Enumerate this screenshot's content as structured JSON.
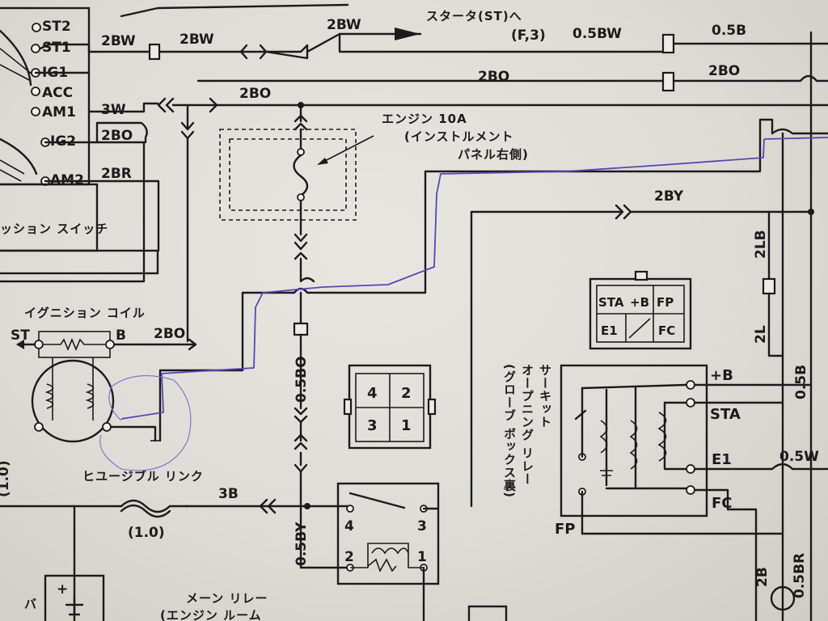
{
  "ignition_switch": {
    "terminals": [
      "ST2",
      "ST1",
      "IG1",
      "ACC",
      "AM1",
      "IG2",
      "AM2"
    ],
    "caption": "ッション スイッチ"
  },
  "wires": {
    "w_2bw_1": "2BW",
    "w_2bw_2": "2BW",
    "w_2bw_3": "2BW",
    "w_3w": "3W",
    "w_2bo_1": "2BO",
    "w_2bo_2": "2BO",
    "w_2bo_3": "2BO",
    "w_2br": "2BR",
    "w_2bo_main": "2BO",
    "w_2bo_right": "2BO",
    "w_05bw": "0.5BW",
    "w_05b_top": "0.5B",
    "w_2by": "2BY",
    "w_2lb": "2LB",
    "w_2l": "2L",
    "w_05b_right": "0.5B",
    "w_05w": "0.5W",
    "w_05bo": "0.5BO",
    "w_05by": "0.5BY",
    "w_3b": "3B",
    "w_2b": "2B",
    "w_05br": "0.5BR"
  },
  "starter_note": {
    "line1": "スタータ(ST)へ",
    "line2": "(F,3)"
  },
  "fuse_note": {
    "line1": "エンジン 10A",
    "line2": "(インストルメント",
    "line3": "パネル右側)"
  },
  "ignition_coil": {
    "label": "イグニション コイル",
    "st": "ST",
    "b": "B"
  },
  "fusible_link": {
    "label": "ヒユージブル リンク",
    "rating": "(1.0)",
    "left_rating": "(1.0)"
  },
  "connector_4pin": [
    "4",
    "2",
    "3",
    "1"
  ],
  "main_relay": {
    "pins": [
      "4",
      "3",
      "2",
      "1"
    ],
    "label_line1": "メーン リレー",
    "label_line2": "(エンジン ルーム"
  },
  "circuit_opening_relay": {
    "terminals": [
      "+B",
      "STA",
      "E1",
      "FC",
      "FP"
    ],
    "caption_col1": "サーキット",
    "caption_col2": "オープニング リレー",
    "caption_col3": "(グローブ ボックス裏)"
  },
  "check_connector": {
    "cells": [
      "STA",
      "+B",
      "FP",
      "E1",
      "FC"
    ]
  },
  "misc": {
    "battery_partial": "バ",
    "plus_sign": "+"
  },
  "colors": {
    "ink": "#1b1b1d",
    "paper": "#e3e1dc",
    "pen_trace": "#5548b8"
  }
}
